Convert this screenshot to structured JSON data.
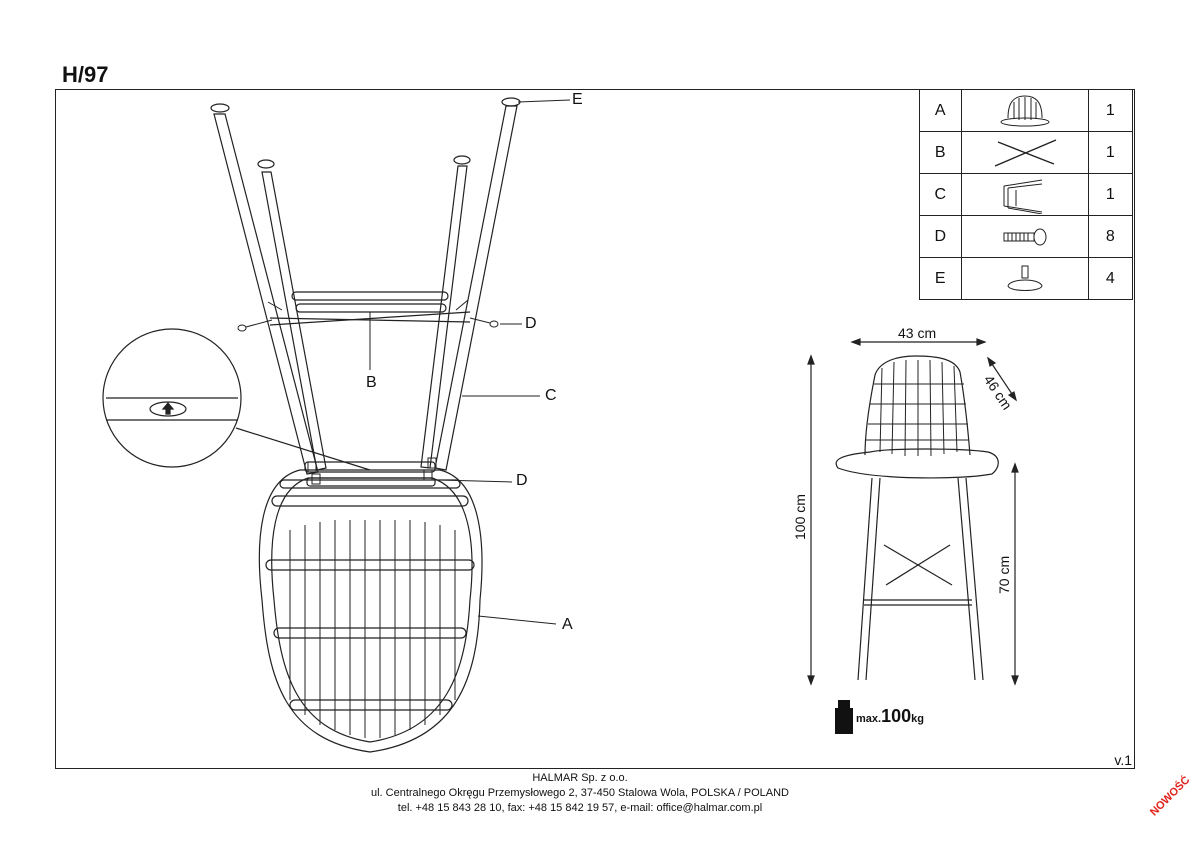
{
  "title": "H/97",
  "parts": [
    {
      "letter": "A",
      "icon": "seat-shell-icon",
      "qty": "1"
    },
    {
      "letter": "B",
      "icon": "cross-brace-icon",
      "qty": "1"
    },
    {
      "letter": "C",
      "icon": "leg-frame-icon",
      "qty": "1"
    },
    {
      "letter": "D",
      "icon": "screw-icon",
      "qty": "8"
    },
    {
      "letter": "E",
      "icon": "foot-glide-icon",
      "qty": "4"
    }
  ],
  "callouts": {
    "e": "E",
    "d_top": "D",
    "b": "B",
    "c": "C",
    "d_bottom": "D",
    "a": "A"
  },
  "dimensions": {
    "width": "43 cm",
    "depth": "46 cm",
    "height": "100 cm",
    "seat_height": "70 cm"
  },
  "max_load": {
    "prefix": "max.",
    "value": "100",
    "unit": "kg"
  },
  "version": "v.1",
  "footer": {
    "line1": "HALMAR Sp. z o.o.",
    "line2": "ul. Centralnego Okręgu Przemysłowego 2, 37-450 Stalowa Wola, POLSKA / POLAND",
    "line3": "tel. +48 15 843 28 10, fax: +48 15 842 19 57, e-mail: office@halmar.com.pl"
  },
  "badge": "NOWOŚĆ",
  "colors": {
    "line": "#222222",
    "badge": "#e0201a"
  }
}
